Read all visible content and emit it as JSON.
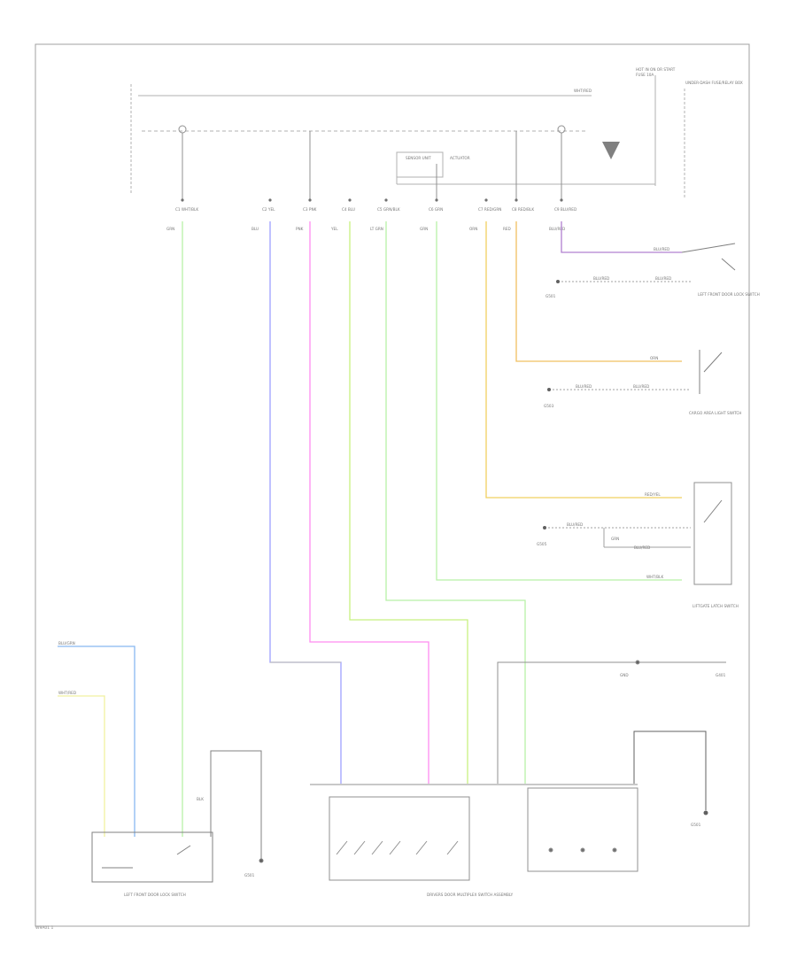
{
  "page_code": "W9A01 1",
  "wire_colors": {
    "green": "#b8f0a8",
    "blue": "#9ea0ff",
    "pink": "#ff8cf0",
    "yellow_green": "#c8f080",
    "orange": "#f0c060",
    "yellow": "#f0d060",
    "purple": "#b080d0",
    "light_blue": "#88b8f0",
    "pale_yellow": "#f0f0a0",
    "black": "#000000",
    "gray": "#b0b0b0"
  },
  "labels": {
    "fuse_box": "HOT IN ON OR START",
    "fuse_box_2": "FUSE 10A",
    "under_dash": "UNDER-DASH FUSE/RELAY BOX",
    "top_wire": "WHT/RED",
    "sensor_left": "SENSOR UNIT",
    "actuator": "ACTUATOR",
    "connectors": [
      "C1 WHT/BLK",
      "C2 YEL",
      "C3 PNK",
      "C4 BLU",
      "C5 GRN/BLK",
      "C6 GRN",
      "C7 RED/GRN",
      "C8 RED/BLK",
      "C9 BLU/RED"
    ],
    "conn_wire_labels": [
      "GRN",
      "BLU",
      "PNK",
      "YEL",
      "LT GRN",
      "GRN",
      "ORN",
      "RED",
      "BLU/RED"
    ],
    "sw1_wires": [
      "BLU/RED",
      "BLU/RED",
      "BLU/RED"
    ],
    "sw1_title": "LEFT FRONT DOOR LOCK SWITCH",
    "sw1_ground": "G501",
    "sw2_wires": [
      "ORN",
      "BLU/RED",
      "BLU/RED"
    ],
    "sw2_title": "CARGO AREA LIGHT SWITCH",
    "sw2_ground": "G503",
    "sw3_wires": [
      "RED/YEL",
      "BLU/RED",
      "GRN",
      "BLU/RED",
      "WHT/BLK"
    ],
    "sw3_title": "LIFTGATE LATCH SWITCH",
    "sw3_ground": "G505",
    "ground_right": "GND",
    "ground_right_2": "G401",
    "main_title": "DRIVERS DOOR MULTIPLEX SWITCH ASSEMBLY",
    "left_title": "LEFT FRONT DOOR LOCK SWITCH",
    "left_wire_1": "BLU/GRN",
    "left_wire_2": "WHT/RED",
    "ground_mid": "G501",
    "gnd_mid_label": "BLK"
  }
}
